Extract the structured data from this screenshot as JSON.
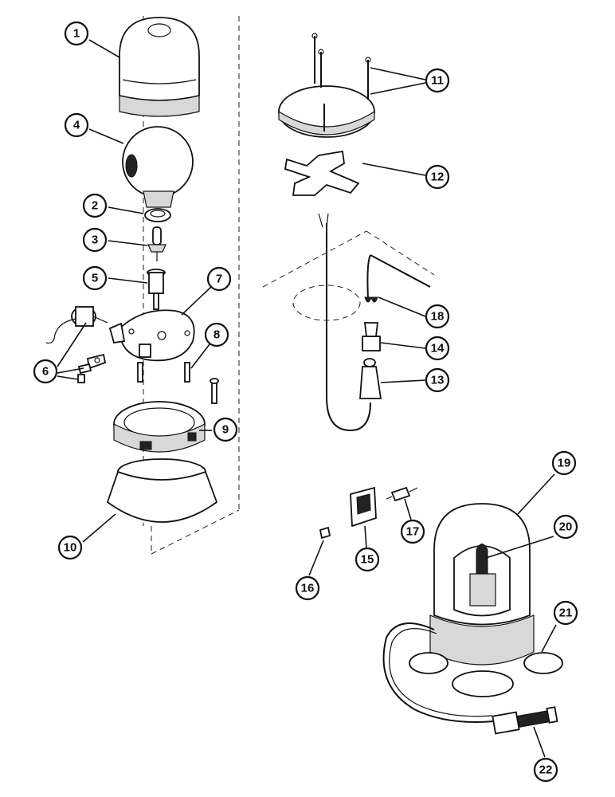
{
  "callouts": [
    {
      "id": "c1",
      "label": "1"
    },
    {
      "id": "c2",
      "label": "2"
    },
    {
      "id": "c3",
      "label": "3"
    },
    {
      "id": "c4",
      "label": "4"
    },
    {
      "id": "c5",
      "label": "5"
    },
    {
      "id": "c6",
      "label": "6"
    },
    {
      "id": "c7",
      "label": "7"
    },
    {
      "id": "c8",
      "label": "8"
    },
    {
      "id": "c9",
      "label": "9"
    },
    {
      "id": "c10",
      "label": "10"
    },
    {
      "id": "c11",
      "label": "11"
    },
    {
      "id": "c12",
      "label": "12"
    },
    {
      "id": "c13",
      "label": "13"
    },
    {
      "id": "c14",
      "label": "14"
    },
    {
      "id": "c15",
      "label": "15"
    },
    {
      "id": "c16",
      "label": "16"
    },
    {
      "id": "c17",
      "label": "17"
    },
    {
      "id": "c18",
      "label": "18"
    },
    {
      "id": "c19",
      "label": "19"
    },
    {
      "id": "c20",
      "label": "20"
    },
    {
      "id": "c21",
      "label": "21"
    },
    {
      "id": "c22",
      "label": "22"
    }
  ]
}
